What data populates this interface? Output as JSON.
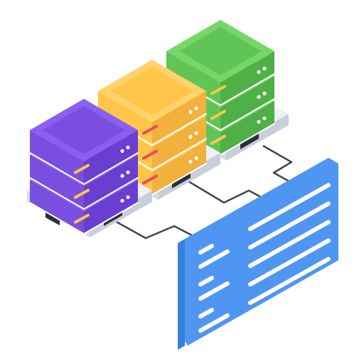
{
  "illustration": {
    "subject": "isometric-server-stacks-with-dashboard",
    "icons": [
      "server-stack-icon",
      "dashboard-panel-icon",
      "network-link-icon"
    ],
    "stacks": [
      {
        "name": "purple",
        "units": 3,
        "top": "#8b5ff0",
        "left": "#7a4fe0",
        "right": "#6a3ed0",
        "light": "#f6c94a"
      },
      {
        "name": "yellow",
        "units": 3,
        "top": "#ffd36a",
        "left": "#ffc64a",
        "right": "#f2b13c",
        "light": "#e84d5b"
      },
      {
        "name": "green",
        "units": 3,
        "top": "#74d766",
        "left": "#60c556",
        "right": "#4fb047",
        "light": "#f6c94a"
      }
    ],
    "colors": {
      "base_top": "#eef1f6",
      "base_left": "#d7dce6",
      "base_right": "#c8ceda",
      "base_slot": "#2b2f3a",
      "panel_face": "#4e96f2",
      "panel_edge": "#3a7fdc",
      "panel_lines": "#ffffff",
      "wire": "#3e4656"
    }
  }
}
